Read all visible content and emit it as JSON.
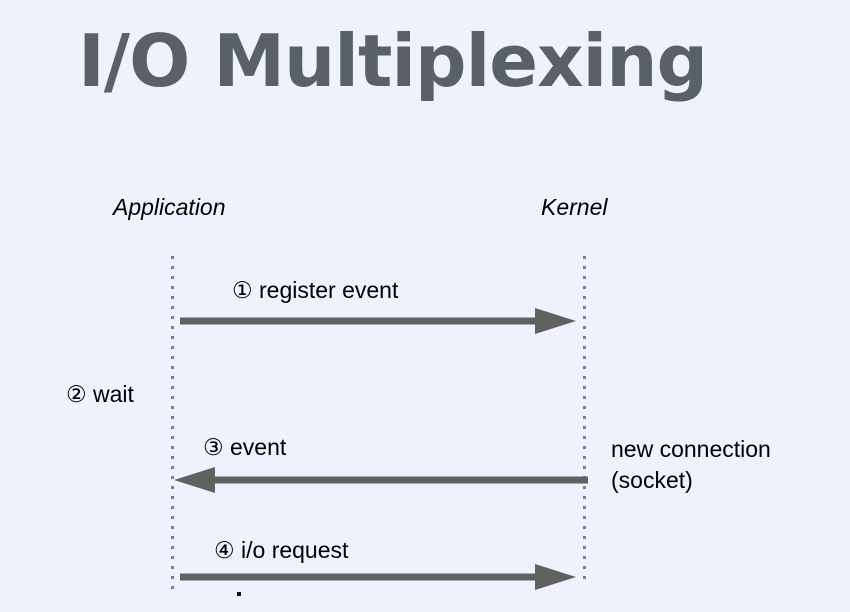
{
  "slide": {
    "title": "I/O Multiplexing",
    "background_color": "#eef2fd",
    "title_color": "#5a6068",
    "arrow_color": "#616161",
    "lifeline_color": "#7a7f95",
    "text_color": "#000000"
  },
  "actors": [
    {
      "id": "application",
      "label": "Application"
    },
    {
      "id": "kernel",
      "label": "Kernel"
    }
  ],
  "messages": [
    {
      "id": "msg1",
      "label": "① register event",
      "marker": "①",
      "text": "register event",
      "direction": "right",
      "from": "application",
      "to": "kernel"
    },
    {
      "id": "msg2",
      "label": "② wait",
      "marker": "②",
      "text": "wait",
      "direction": "none",
      "from": "application",
      "to": "application"
    },
    {
      "id": "msg3",
      "label": "③ event",
      "marker": "③",
      "text": "event",
      "direction": "left",
      "from": "kernel",
      "to": "application"
    },
    {
      "id": "msg4",
      "label": "④ i/o request",
      "marker": "④",
      "text": "i/o request",
      "direction": "right",
      "from": "application",
      "to": "kernel"
    }
  ],
  "notes": {
    "kernel_note_line1": "new connection",
    "kernel_note_line2": "(socket)"
  }
}
